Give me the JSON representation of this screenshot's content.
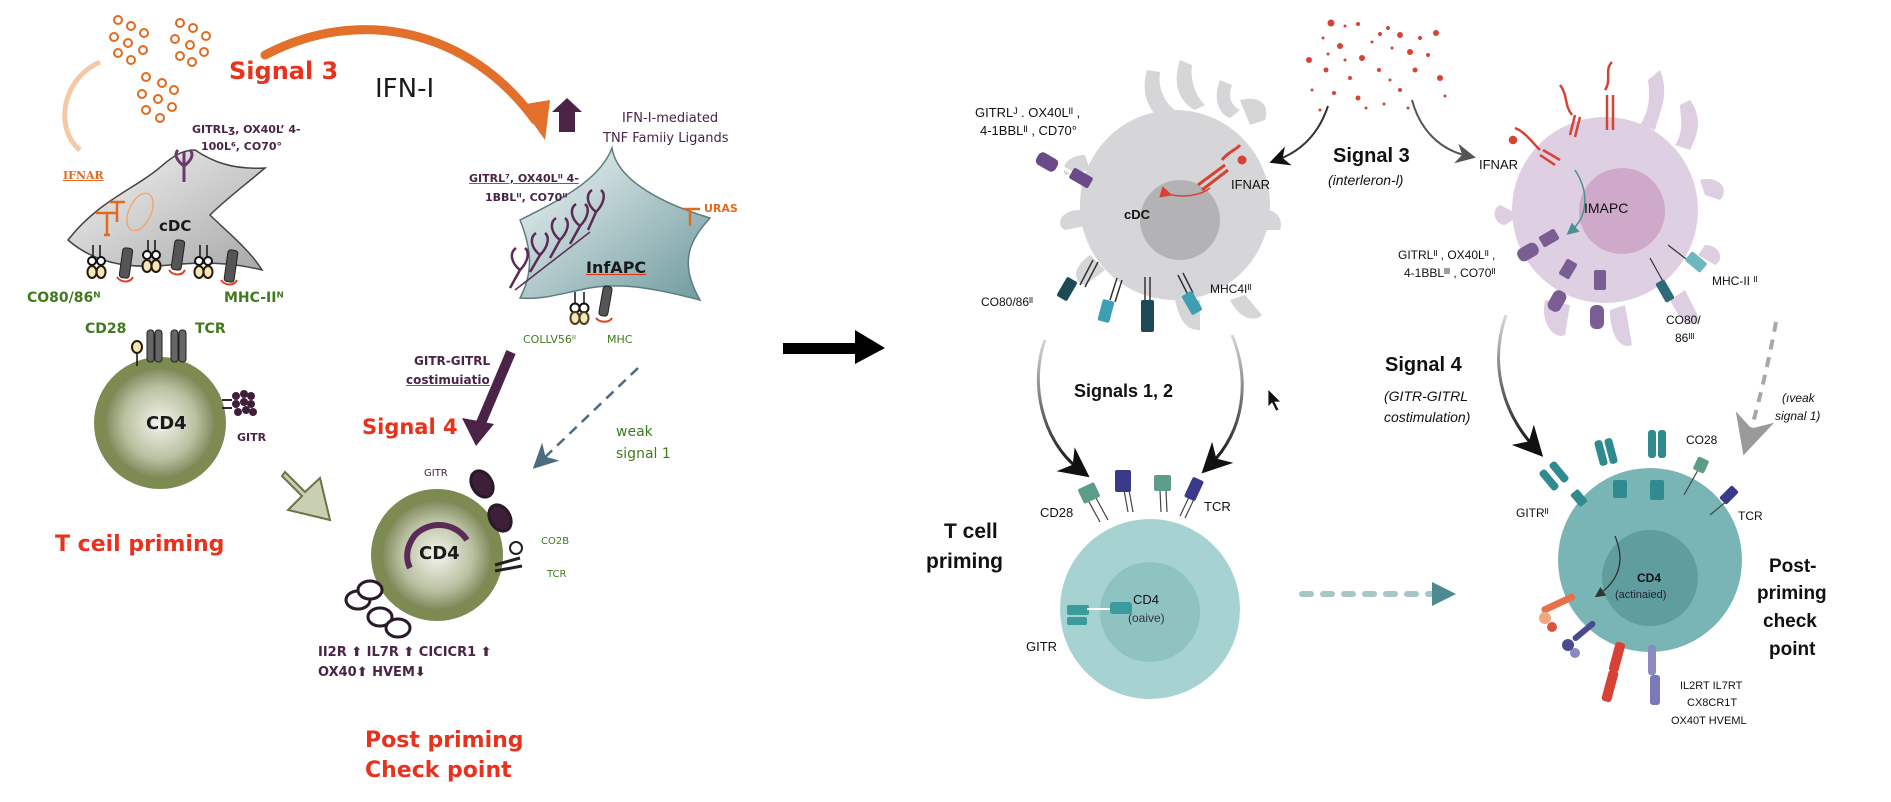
{
  "left_panel": {
    "signal3_label": "Signal 3",
    "ifn_label": "IFN-I",
    "ifn_mediated_line1": "IFN-I-mediated",
    "ifn_mediated_line2": "TNF Famiiy Ligands",
    "cdc_ligands_line1": "GITRLʒ, OX40L’ 4-",
    "cdc_ligands_line2": "100L⁶, CO70°",
    "ifnar_label": "IFNAR",
    "cdc_label": "cDC",
    "cd80_label": "CO80/86ᴺ",
    "mhc_label": "MHC-IIᴺ",
    "cd28_label": "CD28",
    "tcr_label": "TCR",
    "cd4_naive_label": "CD4",
    "gitr_naive_label": "GITR",
    "t_cell_priming": "T ceil priming",
    "infapc_ligands_line1": "GITRL⁷, OX40Lᴵᴵ 4-",
    "infapc_ligands_line2": "1BBLᴵᴵ, CO70ᴵᴵ",
    "infapc_label": "InfAPC",
    "infapc_ifnar_label": "URAS",
    "infapc_cd80_label": "COLLV56ᴵᴵ",
    "infapc_mhc_label": "MHC",
    "gitr_costim_line1": "GITR-GITRL",
    "gitr_costim_line2": "costimuiatio",
    "signal4_label": "Signal 4",
    "weak_signal_line1": "weak",
    "weak_signal_line2": "signal 1",
    "gitr_active_label": "GITR",
    "cd28_active_label": "CO2B",
    "tcr_active_label": "TCR",
    "cd4_active_label": "CD4",
    "markers_line1": "II2R ⬆ IL7R ⬆ CICICR1 ⬆",
    "markers_line2": "OX40⬆ HVEM⬇",
    "post_priming_line1": "Post priming",
    "post_priming_line2": "Check point"
  },
  "right_panel": {
    "cdc_ligands_line1": "GITRLᴶ . OX40Lᴵᴵ ,",
    "cdc_ligands_line2": "4-1BBLᴵᴵ , CD70°",
    "cdc_ifnar_label": "IFNAR",
    "cdc_label": "cDC",
    "cdc_cd80_label": "CO80/86ᴵᴵ",
    "cdc_mhc_label": "MHC4Iᴵᴵ",
    "signal3_label": "Signal 3",
    "signal3_sub": "(interleron-l)",
    "imapc_ifnar_label": "IFNAR",
    "imapc_label": "IMAPC",
    "imapc_ligands_line1": "GITRLᴵᴵ , OX40Lᴵᴵ ,",
    "imapc_ligands_line2": "4-1BBLᴵᴵᴵ , CO70ᴵᴵ",
    "imapc_mhc_label": "MHC-II ᴵᴵ",
    "imapc_cd80_line1": "CO80/",
    "imapc_cd80_line2": "86ᴵᴵᴵ",
    "signals12_label": "Signals 1, 2",
    "signal4_label": "Signal 4",
    "signal4_sub_line1": "(GITR-GITRL",
    "signal4_sub_line2": "costimulation)",
    "weak_line1": "(ıveak",
    "weak_line2": "signal 1)",
    "t_cell_priming_line1": "T cell",
    "t_cell_priming_line2": "priming",
    "naive_cd28_label": "CD28",
    "naive_tcr_label": "TCR",
    "naive_gitr_label": "GITR",
    "naive_cd4_label": "CD4",
    "naive_cd4_sub": "(oaive)",
    "active_gitr_label": "GITRᴵᴵ",
    "active_cd28_label": "CO28",
    "active_tcr_label": "TCR",
    "active_cd4_label": "CD4",
    "active_cd4_sub": "(actinaied)",
    "markers_line1": "IL2RT IL7RT",
    "markers_line2": "CX8CR1T",
    "markers_line3": "OX40T HVEML",
    "post_priming_line1": "Post-",
    "post_priming_line2": "priming",
    "post_priming_line3": "check",
    "post_priming_line4": "point"
  },
  "colors": {
    "signal_red": "#e8321e",
    "ifn_orange": "#e26a1f",
    "olive_cell": "#7d8a52",
    "purple_ligand": "#4a2347",
    "teal_cell": "#7fbcba",
    "lilac_cell": "#d9c3dc",
    "grey_cdc": "#d4d4d6"
  }
}
